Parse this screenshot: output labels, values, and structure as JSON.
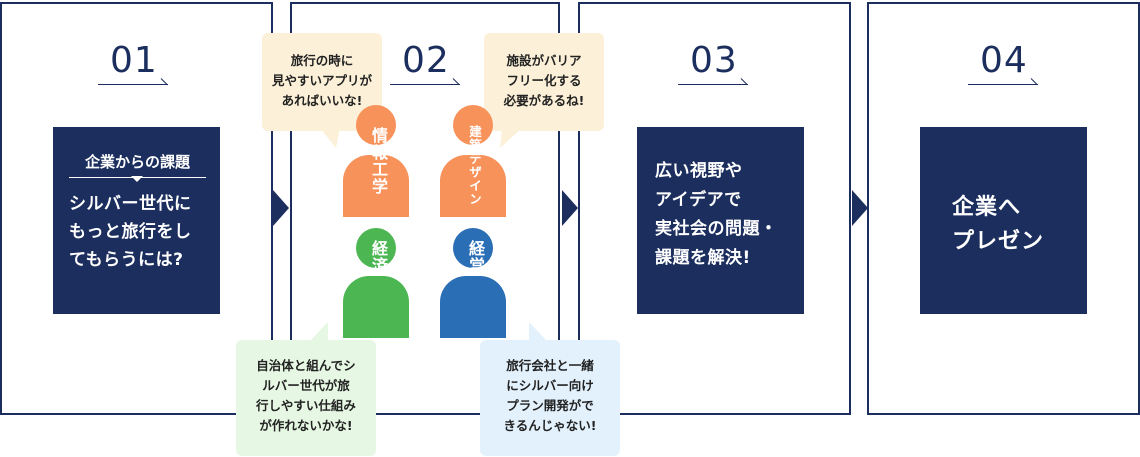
{
  "steps": [
    {
      "number": "01"
    },
    {
      "number": "02"
    },
    {
      "number": "03"
    },
    {
      "number": "04"
    }
  ],
  "step1": {
    "heading": "企業からの課題",
    "body_lines": [
      "シルバー世代に",
      "もっと旅行をし",
      "てもらうには?"
    ]
  },
  "step2": {
    "people": [
      {
        "label": "情報工学",
        "color": "#f7925a"
      },
      {
        "label": "建築デザイン",
        "color": "#f7925a"
      },
      {
        "label": "経済",
        "color": "#4cb652"
      },
      {
        "label": "経営",
        "color": "#2a6eb6"
      }
    ],
    "bubbles": [
      {
        "lines": [
          "旅行の時に",
          "見やすいアプリが",
          "あればいいな!"
        ]
      },
      {
        "lines": [
          "施設がバリア",
          "フリー化する",
          "必要があるね!"
        ]
      },
      {
        "lines": [
          "自治体と組んでシ",
          "ルバー世代が旅",
          "行しやすい仕組み",
          "が作れないかな!"
        ]
      },
      {
        "lines": [
          "旅行会社と一緒",
          "にシルバー向け",
          "プラン開発がで",
          "きるんじゃない!"
        ]
      }
    ]
  },
  "step3": {
    "body_lines": [
      "広い視野や",
      "アイデアで",
      "実社会の問題・",
      "課題を解決!"
    ]
  },
  "step4": {
    "body_lines": [
      "企業へ",
      "プレゼン"
    ]
  },
  "colors": {
    "navy": "#1b2e5e",
    "orange": "#f7925a",
    "green": "#4cb652",
    "blue": "#2a6eb6",
    "beige_bubble": "#fcf1d8",
    "blue_bubble": "#e3f1fc",
    "green_bubble": "#e6f8e3"
  }
}
